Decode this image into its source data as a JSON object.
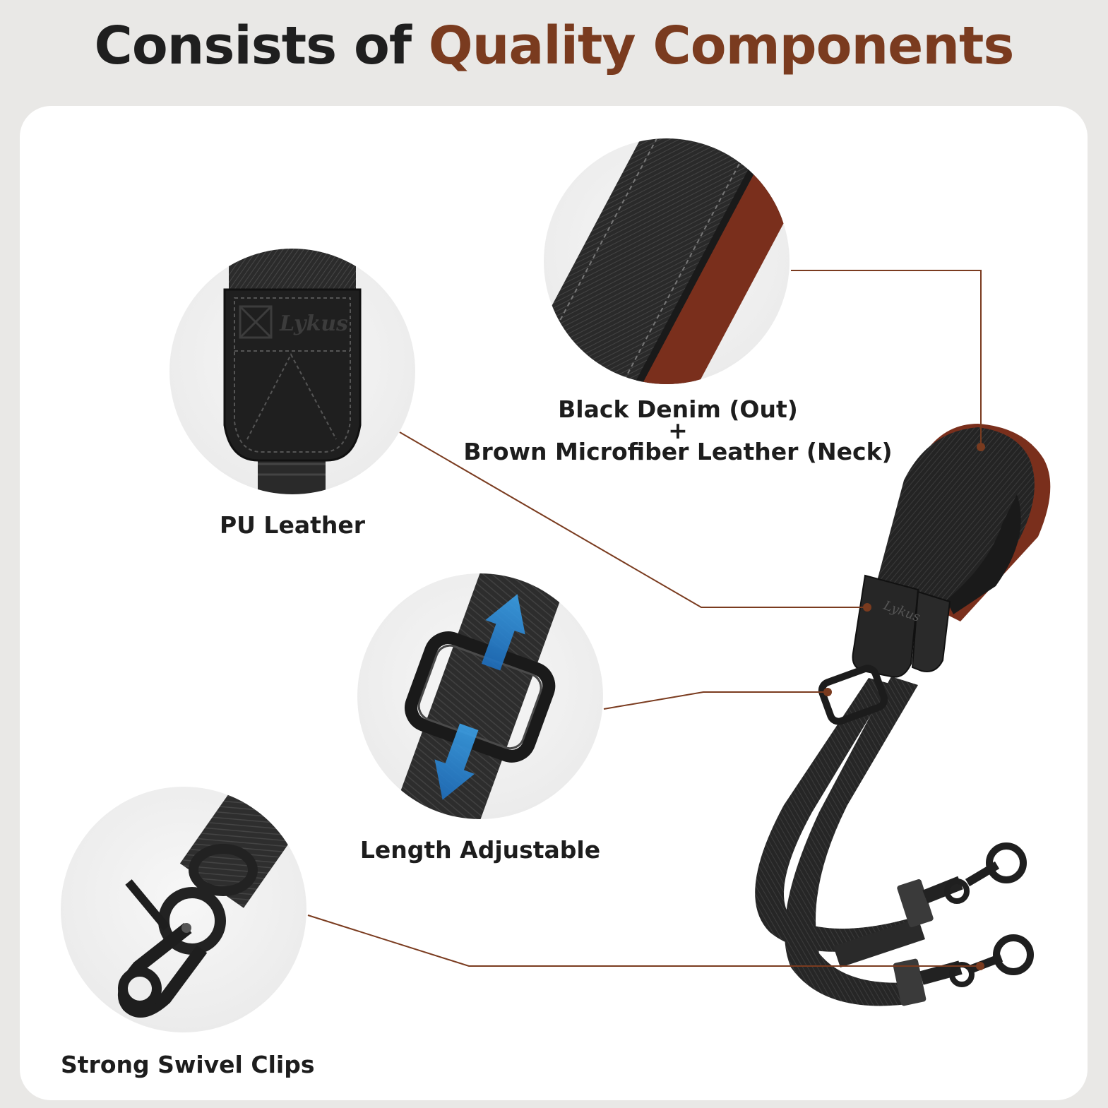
{
  "title": {
    "prefix": "Consists of",
    "accent": "Quality Components"
  },
  "components": {
    "denim": {
      "line1": "Black Denim (Out)",
      "plus": "+",
      "line2": "Brown Microfiber Leather (Neck)"
    },
    "pu_leather": {
      "label": "PU Leather"
    },
    "adjustable": {
      "label": "Length Adjustable"
    },
    "clips": {
      "label": "Strong Swivel Clips"
    }
  },
  "brand": {
    "logo_text": "Lykus"
  },
  "colors": {
    "accent": "#7a3b1f",
    "background": "#e9e8e6",
    "card": "#ffffff",
    "leader_line": "#7a3b1f",
    "arrow_blue": "#2f8fd6"
  },
  "icons": {
    "pu_leather": "leather-tab-icon",
    "denim": "denim-swatch-icon",
    "adjustable": "buckle-arrows-icon",
    "clips": "swivel-clip-icon",
    "product": "camera-strap-icon"
  }
}
